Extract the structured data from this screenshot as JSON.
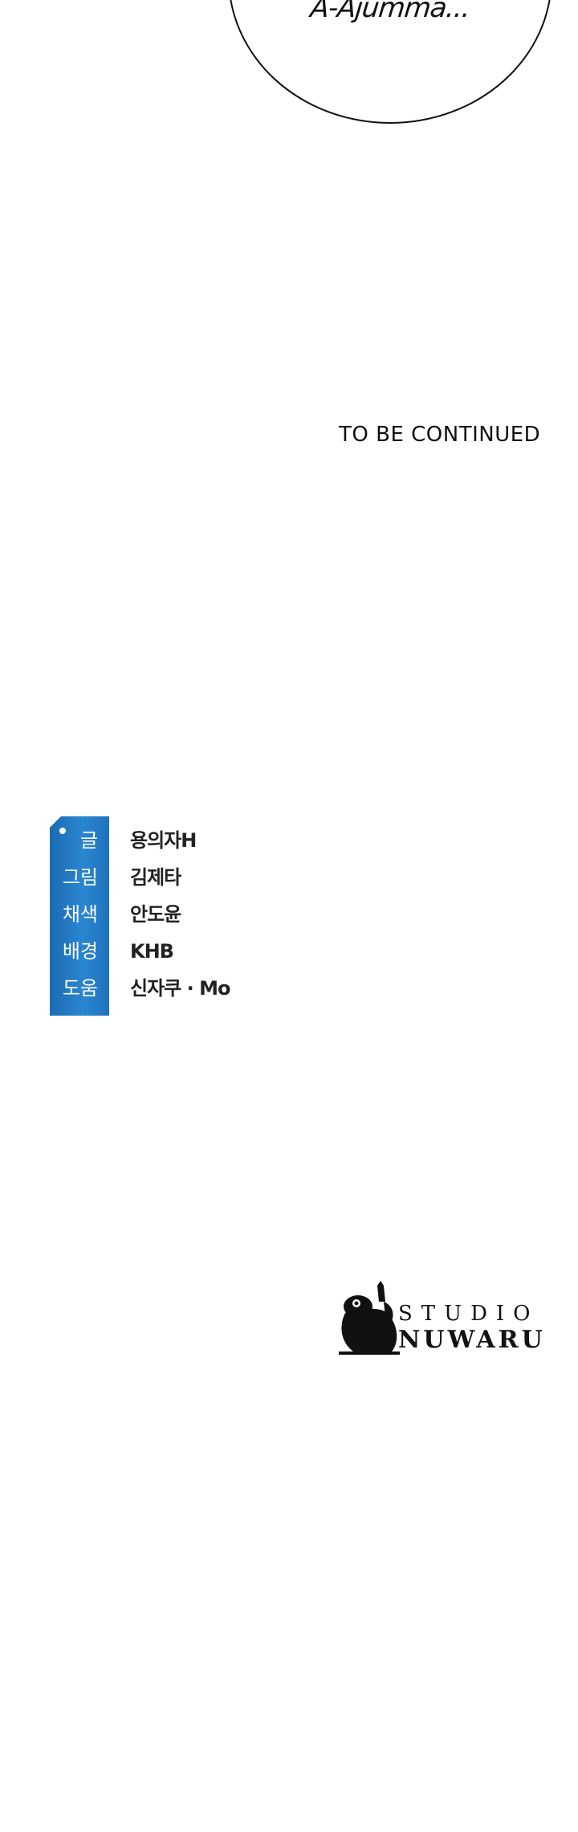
{
  "speech_bubble": {
    "text": "A-Ajumma..."
  },
  "ending": {
    "text": "TO BE CONTINUED"
  },
  "credits": [
    {
      "role": "글",
      "name": "용의자H"
    },
    {
      "role": "그림",
      "name": "김제타"
    },
    {
      "role": "채색",
      "name": "안도윤"
    },
    {
      "role": "배경",
      "name": "KHB"
    },
    {
      "role": "도움",
      "name": "신자쿠 · Mo"
    }
  ],
  "studio": {
    "line1": "STUDIO",
    "line2": "NUWARU",
    "icon": "frog-mascot-icon"
  },
  "colors": {
    "tag_blue": "#2a86d0",
    "ink": "#111111"
  }
}
